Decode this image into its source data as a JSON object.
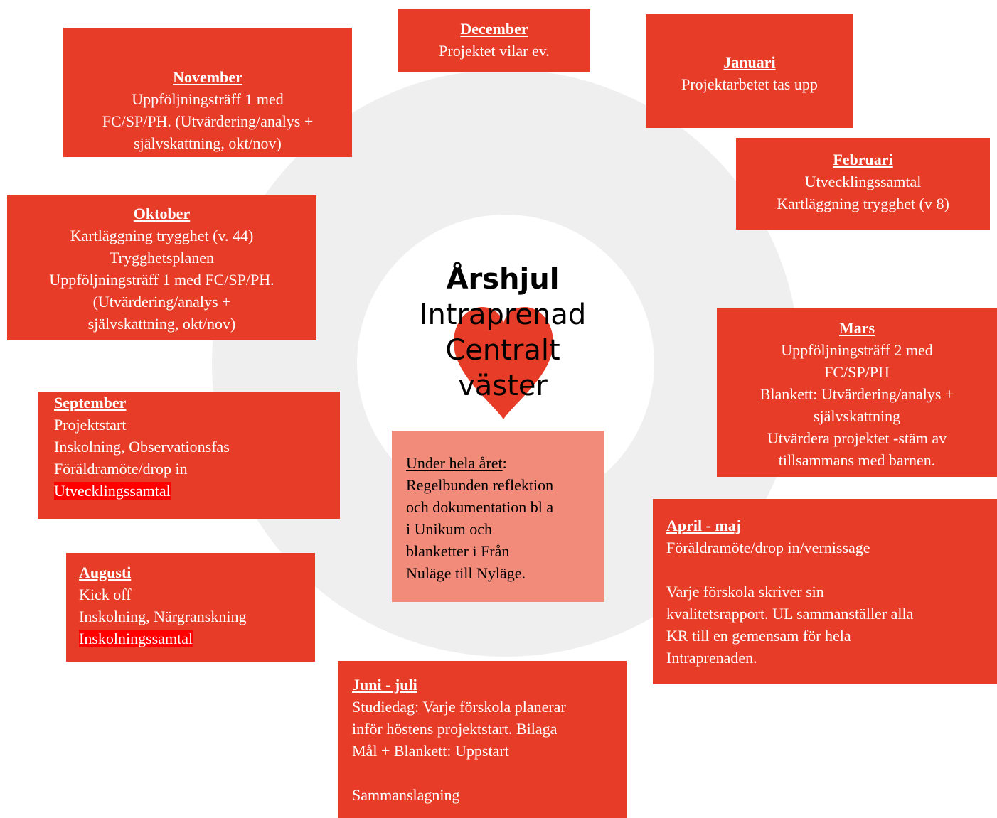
{
  "center": {
    "title": "Årshjul",
    "lines": [
      "Intraprenad",
      "Centralt",
      "väster"
    ]
  },
  "colors": {
    "box": "#e73c28",
    "highlight": "#ff0000",
    "heart": "#e73c28",
    "ring": "#efefef",
    "year_box": "#f28b7a"
  },
  "months": {
    "december": {
      "title": "December",
      "lines": [
        "Projektet vilar ev."
      ]
    },
    "januari": {
      "title": "Januari",
      "lines": [
        "Projektarbetet tas upp"
      ]
    },
    "november": {
      "title": "November",
      "lines": [
        "Uppföljningsträff 1 med",
        "FC/SP/PH. (Utvärdering/analys +",
        "självskattning, okt/nov)"
      ]
    },
    "februari": {
      "title": "Februari",
      "lines": [
        "Utvecklingssamtal",
        "Kartläggning trygghet (v 8)"
      ]
    },
    "oktober": {
      "title": "Oktober",
      "lines": [
        "Kartläggning trygghet (v. 44)",
        "Trygghetsplanen",
        "Uppföljningsträff 1 med FC/SP/PH.",
        "(Utvärdering/analys +",
        "självskattning, okt/nov)"
      ]
    },
    "mars": {
      "title": "Mars",
      "lines": [
        "Uppföljningsträff 2 med",
        "FC/SP/PH",
        "Blankett: Utvärdering/analys +",
        "självskattning",
        "Utvärdera projektet -stäm av",
        "tillsammans med barnen."
      ]
    },
    "september": {
      "title": "September",
      "lines": [
        "Projektstart",
        "Inskolning, Observationsfas",
        "Föräldramöte/drop in"
      ],
      "highlight": "Utvecklingssamtal"
    },
    "april_maj": {
      "title": "April - maj",
      "line1": "Föräldramöte/drop in/vernissage",
      "lines": [
        "Varje förskola skriver sin",
        "kvalitetsrapport. UL sammanställer alla",
        "KR till en gemensam för hela",
        "Intraprenaden."
      ]
    },
    "augusti": {
      "title": "Augusti",
      "lines": [
        "Kick off",
        "Inskolning, Närgranskning"
      ],
      "highlight": "Inskolningssamtal"
    },
    "juni_juli": {
      "title": "Juni - juli",
      "lines": [
        "Studiedag: Varje förskola planerar",
        "inför höstens projektstart. Bilaga",
        "Mål + Blankett: Uppstart"
      ],
      "last": "Sammanslagning"
    }
  },
  "year_round": {
    "title": "Under hela året",
    "suffix": ":",
    "lines": [
      "Regelbunden reflektion",
      "och dokumentation bl a",
      "i Unikum och",
      "blanketter i Från",
      "Nuläge till Nyläge."
    ]
  }
}
